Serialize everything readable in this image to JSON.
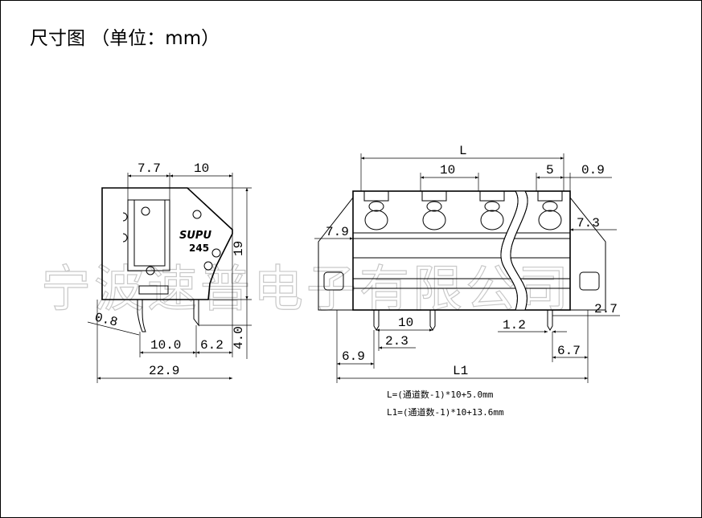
{
  "title": "尺寸图  （单位：mm）",
  "watermark": "宁波速普电子有限公司",
  "side_view": {
    "logo": "SUPU",
    "part_number": "245",
    "dim_top_left": "7.7",
    "dim_top_right": "10",
    "dim_height": "19",
    "dim_pin_diameter": "0.8",
    "dim_pin_pitch": "10.0",
    "dim_pin_offset": "6.2",
    "dim_pin_length": "4.0",
    "dim_overall_width": "22.9"
  },
  "front_view": {
    "dim_L": "L",
    "dim_pitch_top": "10",
    "dim_5": "5",
    "dim_0_9": "0.9",
    "dim_7_9": "7.9",
    "dim_7_3": "7.3",
    "dim_2_7": "2.7",
    "dim_pitch_bottom": "10",
    "dim_2_3": "2.3",
    "dim_1_2": "1.2",
    "dim_6_9": "6.9",
    "dim_6_7": "6.7",
    "dim_L1": "L1"
  },
  "formulas": {
    "line1": "L=(通道数-1)*10+5.0mm",
    "line2": "L1=(通道数-1)*10+13.6mm"
  }
}
